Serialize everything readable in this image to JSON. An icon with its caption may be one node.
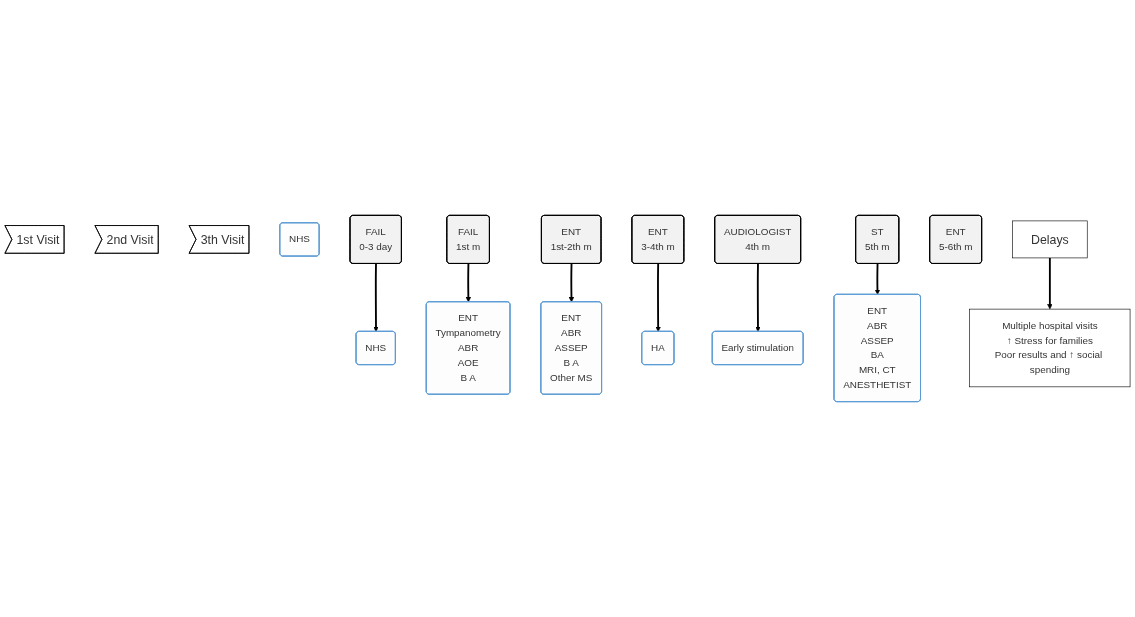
{
  "diagram": {
    "nodes": [
      {
        "text": [
          "1st Visit"
        ]
      },
      {
        "text": [
          "2nd Visit"
        ]
      },
      {
        "text": [
          "3th Visit"
        ]
      },
      {
        "text": [
          "NHS"
        ]
      },
      {
        "text": [
          "FAIL",
          "0-3 day"
        ]
      },
      {
        "text": [
          "NHS"
        ]
      },
      {
        "text": [
          "FAIL",
          "1st m"
        ]
      },
      {
        "text": [
          "ENT",
          "Tympanometry",
          "ABR",
          "AOE",
          "B A"
        ]
      },
      {
        "text": [
          "ENT",
          "1st-2th m"
        ]
      },
      {
        "text": [
          "ENT",
          "3-4th m"
        ]
      },
      {
        "text": [
          "ENT",
          "ABR",
          "ASSEP",
          "B A",
          "Other MS"
        ]
      },
      {
        "text": [
          "HA"
        ]
      },
      {
        "text": [
          "AUDIOLOGIST",
          "4th m"
        ]
      },
      {
        "text": [
          "ST",
          "5th m"
        ]
      },
      {
        "text": [
          "Early stimulation"
        ]
      },
      {
        "text": [
          "ENT",
          "ABR",
          "ASSEP",
          "BA",
          "MRI, CT",
          "ANESTHETIST"
        ]
      },
      {
        "text": [
          "ENT",
          "5-6th m"
        ]
      },
      {
        "text": [
          "Delays"
        ]
      },
      {
        "text": [
          "Multiple hospital visits",
          "↑ Stress for families",
          "Poor results and ↑ social spending"
        ]
      }
    ],
    "edges": [
      {
        "from": 4,
        "to": 5,
        "arrow": "to"
      },
      {
        "from": 6,
        "to": 7,
        "arrow": "to"
      },
      {
        "from": 8,
        "to": 10,
        "arrow": "to"
      },
      {
        "from": 9,
        "to": 11,
        "arrow": "to"
      },
      {
        "from": 12,
        "to": 14,
        "arrow": "to"
      },
      {
        "from": 13,
        "to": 15,
        "arrow": "to"
      },
      {
        "from": 17,
        "to": 18,
        "arrow": "to"
      }
    ]
  }
}
